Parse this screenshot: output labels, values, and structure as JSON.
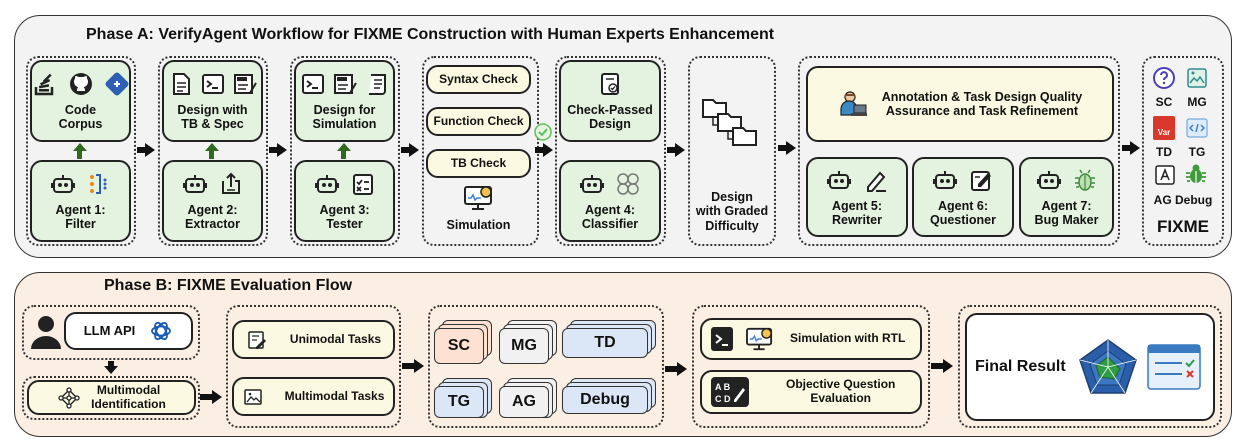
{
  "phase_a": {
    "title": "Phase A:  VerifyAgent Workflow for FIXME Construction with Human Experts Enhancement",
    "code_corpus": "Code\nCorpus",
    "design_tb_spec": "Design with\nTB & Spec",
    "design_simulation": "Design for\nSimulation",
    "agent1": "Agent 1:\nFilter",
    "agent2": "Agent 2:\nExtractor",
    "agent3": "Agent 3:\nTester",
    "syntax_check": "Syntax Check",
    "function_check": "Function Check",
    "tb_check": "TB Check",
    "simulation": "Simulation",
    "check_passed": "Check-Passed\nDesign",
    "agent4": "Agent 4:\nClassifier",
    "graded": "Design\nwith Graded\nDifficulty",
    "annotation": "Annotation & Task Design Quality\nAssurance and Task Refinement",
    "agent5": "Agent 5:\nRewriter",
    "agent6": "Agent 6:\nQuestioner",
    "agent7": "Agent 7:\nBug Maker",
    "fixme": {
      "sc": "SC",
      "mg": "MG",
      "td": "TD",
      "tg": "TG",
      "ag_debug": "AG Debug",
      "var": "Var",
      "title": "FIXME"
    }
  },
  "phase_b": {
    "title": "Phase B:  FIXME Evaluation Flow",
    "llm_api": "LLM API",
    "multimodal_id": "Multimodal\nIdentification",
    "unimodal_tasks": "Unimodal Tasks",
    "multimodal_tasks": "Multimodal Tasks",
    "task_cards": [
      "SC",
      "MG",
      "TD",
      "TG",
      "AG",
      "Debug"
    ],
    "simulation_rtl": "Simulation with RTL",
    "objective_eval": "Objective Question\nEvaluation",
    "final_result": "Final Result"
  }
}
